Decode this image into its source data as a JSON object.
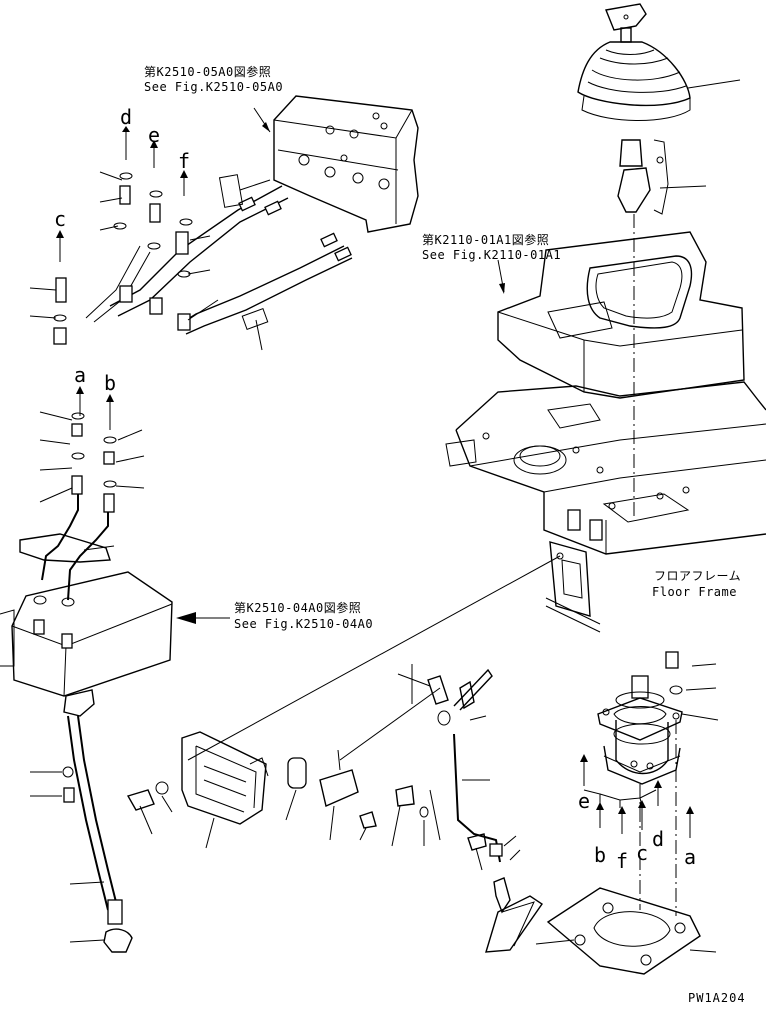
{
  "references": {
    "valve_top_jp": "第K2510-05A0図参照",
    "valve_top_en": "See Fig.K2510-05A0",
    "frame_jp": "第K2110-01A1図参照",
    "frame_en": "See Fig.K2110-01A1",
    "valve_bottom_jp": "第K2510-04A0図参照",
    "valve_bottom_en": "See Fig.K2510-04A0"
  },
  "floor_frame": {
    "jp": "フロアフレーム",
    "en": "Floor Frame"
  },
  "port_letters": {
    "top_d": "d",
    "top_e": "e",
    "top_f": "f",
    "top_c": "c",
    "mid_a": "a",
    "mid_b": "b",
    "right_e": "e",
    "right_b": "b",
    "right_f": "f",
    "right_c": "c",
    "right_d": "d",
    "right_a": "a"
  },
  "drawing_code": "PW1A204",
  "colors": {
    "ink": "#000000",
    "paper": "#ffffff"
  }
}
